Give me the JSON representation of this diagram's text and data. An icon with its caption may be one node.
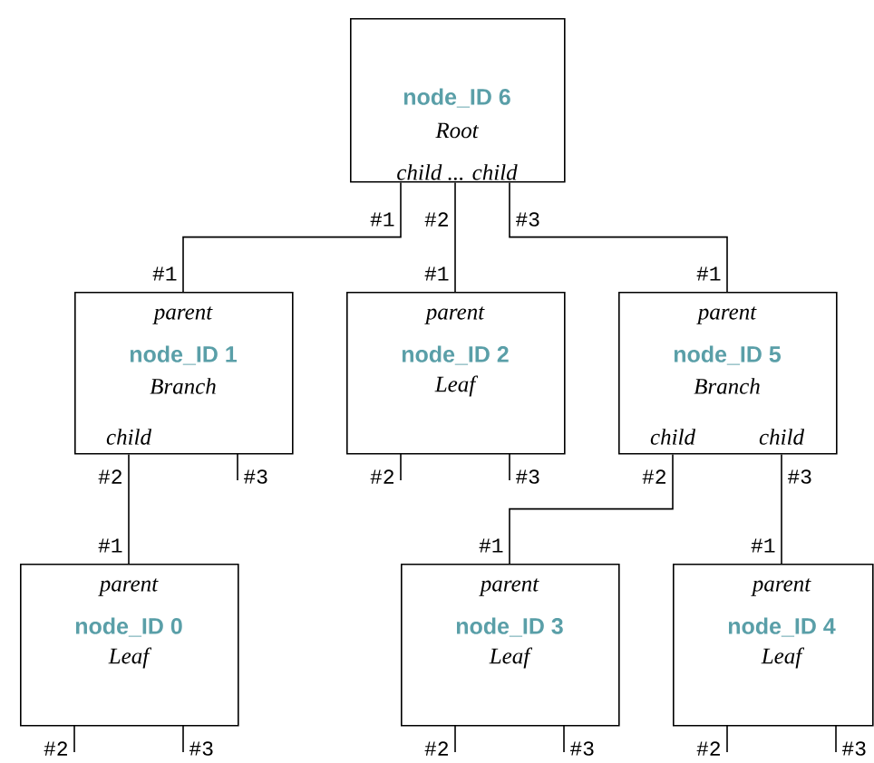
{
  "diagram": {
    "nodes": [
      {
        "text": [
          "node_ID 6",
          "Root",
          "child ... child"
        ],
        "beside": [
          "#1",
          "#2",
          "#3"
        ]
      },
      {
        "text": [
          "parent",
          "node_ID 1",
          "Branch",
          "child"
        ],
        "beside": [
          "#1",
          "#2",
          "#3"
        ]
      },
      {
        "text": [
          "parent",
          "node_ID 2",
          "Leaf"
        ],
        "beside": [
          "#1",
          "#2",
          "#3"
        ]
      },
      {
        "text": [
          "parent",
          "node_ID 5",
          "Branch",
          "child",
          "child"
        ],
        "beside": [
          "#1",
          "#2",
          "#3"
        ]
      },
      {
        "text": [
          "parent",
          "node_ID 0",
          "Leaf"
        ],
        "beside": [
          "#1",
          "#2",
          "#3"
        ]
      },
      {
        "text": [
          "parent",
          "node_ID 3",
          "Leaf"
        ],
        "beside": [
          "#1",
          "#2",
          "#3"
        ]
      },
      {
        "text": [
          "parent",
          "node_ID 4",
          "Leaf"
        ],
        "beside": [
          "#1",
          "#2",
          "#3"
        ]
      }
    ],
    "edges": [
      {
        "from": 0,
        "to": 1,
        "arrow": "none"
      },
      {
        "from": 0,
        "to": 2,
        "arrow": "none"
      },
      {
        "from": 0,
        "to": 3,
        "arrow": "none"
      },
      {
        "from": 1,
        "to": 4,
        "arrow": "none"
      },
      {
        "from": 3,
        "to": 5,
        "arrow": "none"
      },
      {
        "from": 3,
        "to": 6,
        "arrow": "none"
      }
    ]
  }
}
